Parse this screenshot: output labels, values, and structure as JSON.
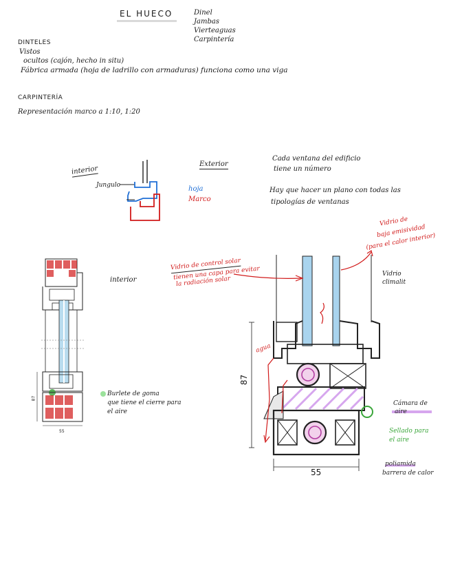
{
  "header": {
    "title": "EL HUECO",
    "topics": [
      "Dinel",
      "Jambas",
      "Vierteaguas",
      "Carpintería"
    ]
  },
  "dinteles": {
    "heading": "DINTELES",
    "lines": [
      "Vistos",
      "ocultos (cajón, hecho in situ)",
      "Fábrica armada (hoja de ladrillo con armaduras) funciona como una viga"
    ]
  },
  "carpinteria": {
    "heading": "CARPINTERÍA",
    "line": "Representación marco a 1:10, 1:20"
  },
  "sketch": {
    "interior": "interior",
    "exterior": "Exterior",
    "jungulo": "Jungulo",
    "hoja": "hoja",
    "marco": "Marco"
  },
  "notes": {
    "ventana_1": "Cada ventana del edificio",
    "ventana_2": "tiene un número",
    "plano_1": "Hay que hacer un plano con todas las",
    "plano_2": "tipologías de ventanas"
  },
  "detail_left": {
    "interior": "interior",
    "burlete_1": "Burlete de goma",
    "burlete_2": "que tiene el cierre para",
    "burlete_3": "el aire",
    "dim_height": "87",
    "dim_width": "55"
  },
  "detail_right": {
    "solar_1": "Vidrio de control solar",
    "solar_2": "tienen una capa para evitar",
    "solar_3": "la radiación solar",
    "baja_1": "Vidrio de",
    "baja_2": "baja emisividad",
    "baja_3": "(para el calor interior)",
    "climalit_1": "Vidrio",
    "climalit_2": "climalit",
    "agua": "agua",
    "camara_1": "Cámara de",
    "camara_2": "aire",
    "sellado_1": "Sellado para",
    "sellado_2": "el aire",
    "poliamida_1": "poliamida",
    "poliamida_2": "barrera de calor",
    "dim_height": "87",
    "dim_width": "55"
  },
  "colors": {
    "red": "#d11a1a",
    "blue": "#1f6fd6",
    "green": "#3aa63a",
    "violet": "#d6a6ee"
  }
}
